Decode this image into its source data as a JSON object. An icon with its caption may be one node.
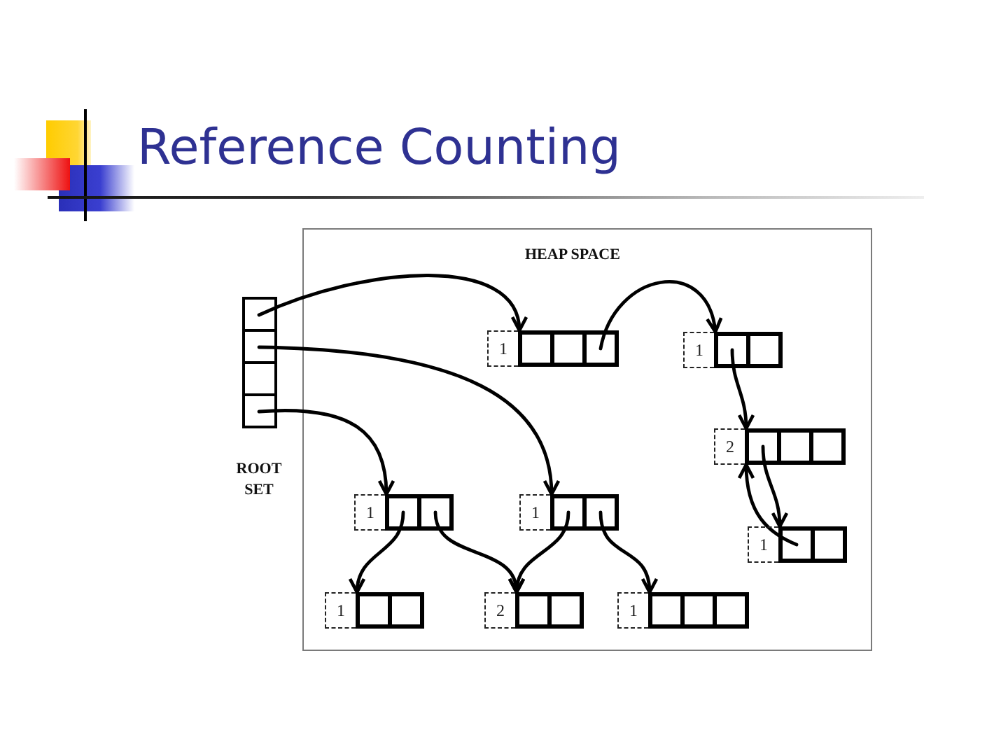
{
  "diagram": {
    "title": "Reference Counting",
    "nodes": [
      {
        "text": [
          "ROOT SET"
        ]
      },
      {
        "text": [
          "HEAP SPACE"
        ]
      },
      {
        "text": [
          "1"
        ],
        "in": 1
      },
      {
        "text": [
          "1"
        ],
        "in": 1
      },
      {
        "text": [
          "2"
        ],
        "in": 1
      },
      {
        "text": [
          "1"
        ],
        "in": 1
      },
      {
        "text": [
          "1"
        ],
        "in": 1
      },
      {
        "text": [
          "1"
        ],
        "in": 1
      },
      {
        "text": [
          "1"
        ],
        "in": 1
      },
      {
        "text": [
          "2"
        ],
        "in": 1
      },
      {
        "text": [
          "1"
        ],
        "in": 1
      }
    ],
    "edges": [
      {
        "from": 0,
        "to": 2,
        "arrow": "to"
      },
      {
        "from": 0,
        "to": 6,
        "arrow": "to"
      },
      {
        "from": 0,
        "to": 5,
        "arrow": "to"
      },
      {
        "from": 2,
        "to": 3,
        "arrow": "to"
      },
      {
        "from": 3,
        "to": 4,
        "arrow": "to"
      },
      {
        "from": 4,
        "to": 7,
        "arrow": "to"
      },
      {
        "from": 7,
        "to": 4,
        "arrow": "to"
      },
      {
        "from": 5,
        "to": 8,
        "arrow": "to"
      },
      {
        "from": 5,
        "to": 9,
        "arrow": "to"
      },
      {
        "from": 6,
        "to": 9,
        "arrow": "to"
      },
      {
        "from": 6,
        "to": 10,
        "arrow": "to"
      }
    ]
  }
}
